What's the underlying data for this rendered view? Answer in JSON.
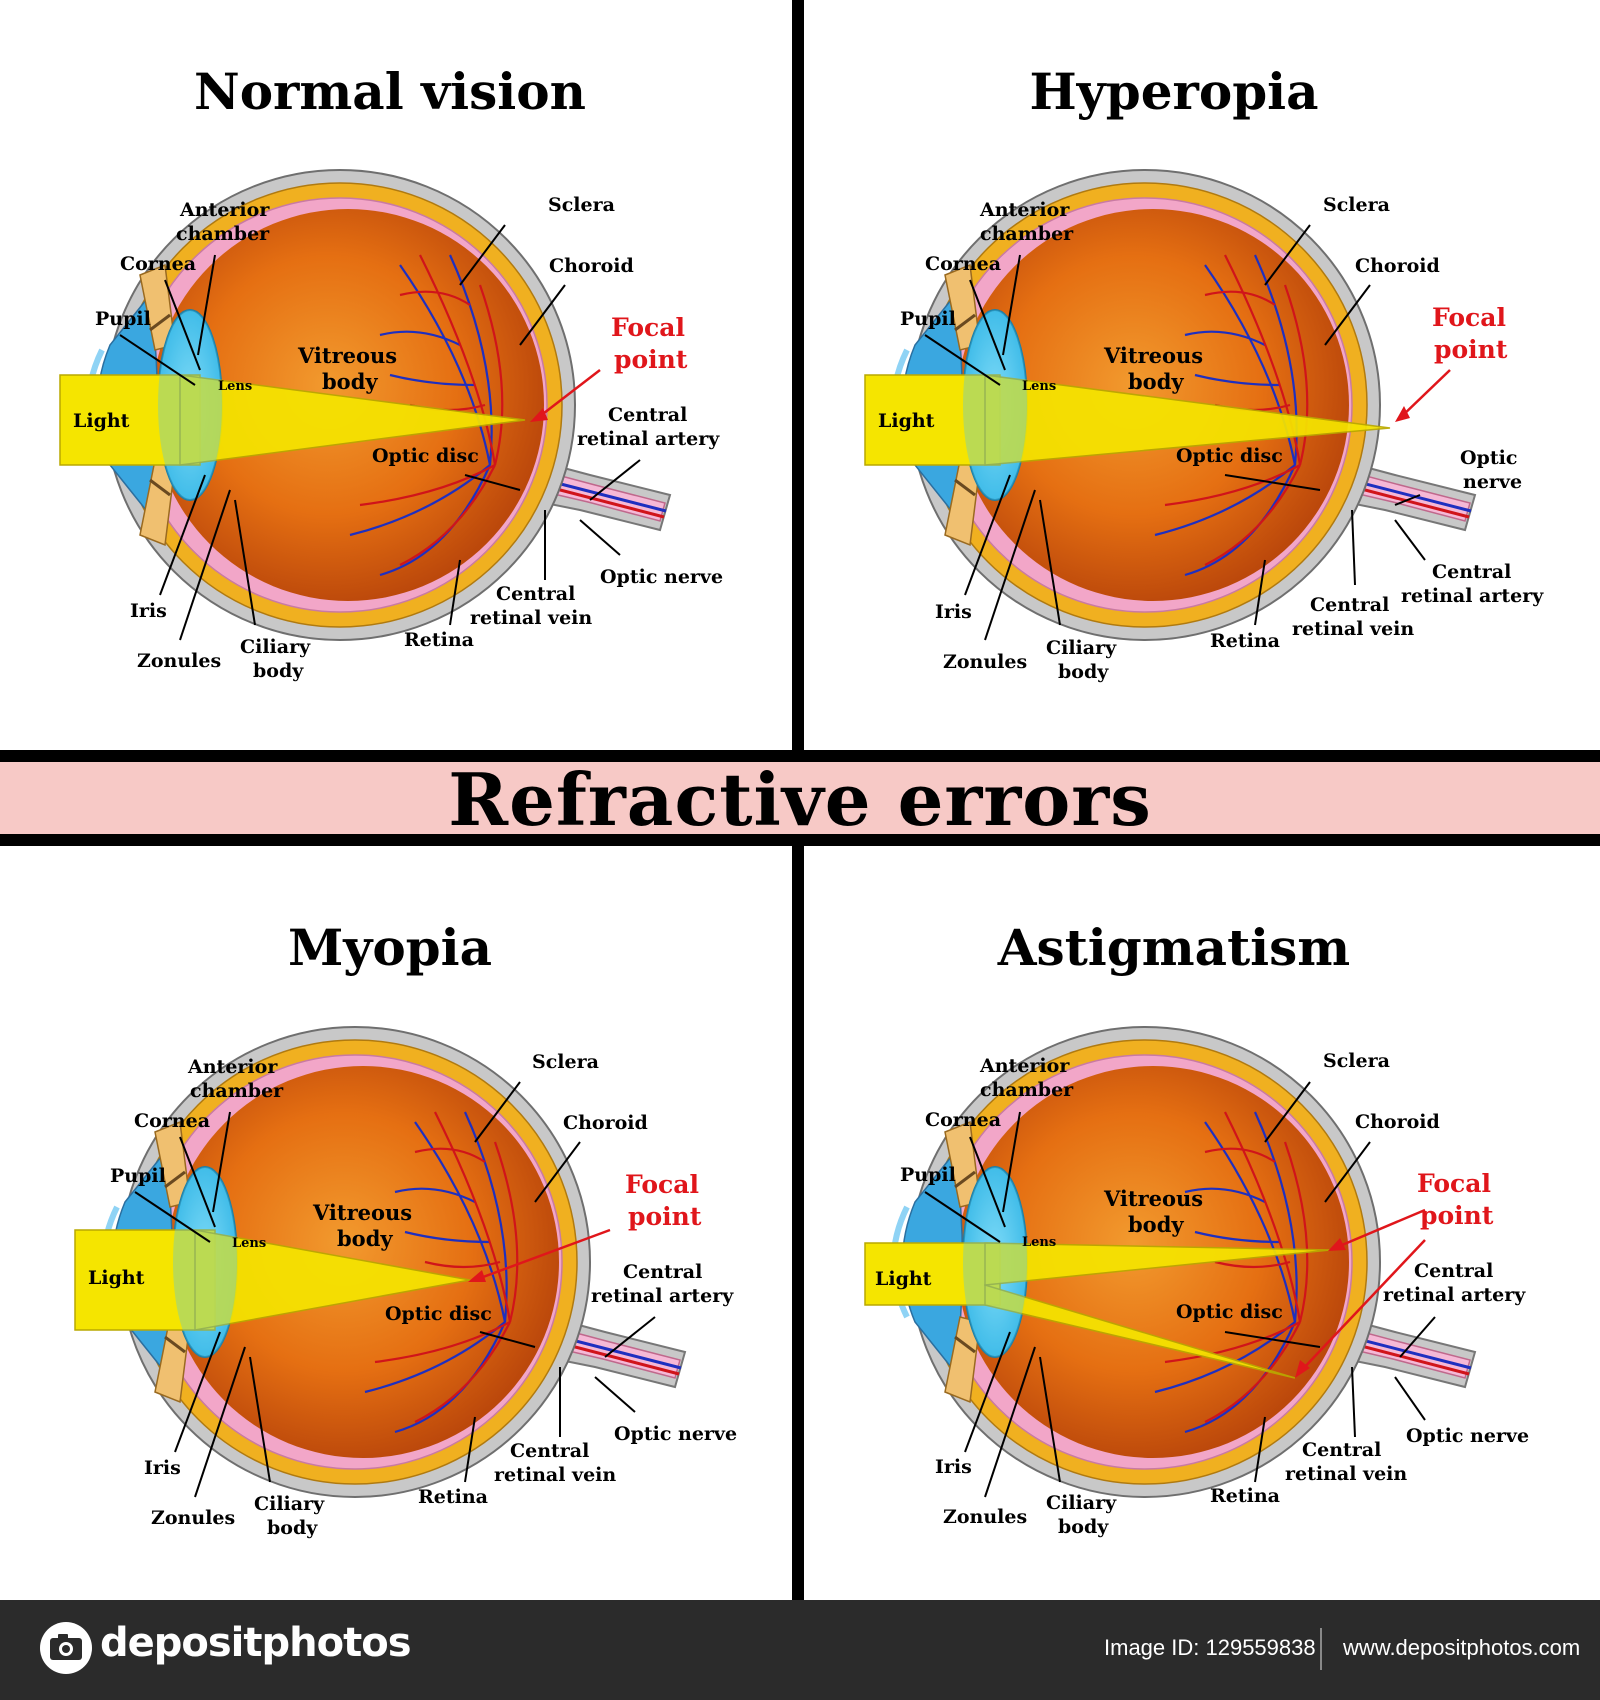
{
  "banner_title": "Refractive errors",
  "panels": [
    {
      "id": "normal",
      "title": "Normal vision",
      "labels": {
        "anterior_chamber_1": "Anterior",
        "anterior_chamber_2": "chamber",
        "cornea": "Cornea",
        "pupil": "Pupil",
        "lens": "Lens",
        "light": "Light",
        "vitreous_1": "Vitreous",
        "vitreous_2": "body",
        "sclera": "Sclera",
        "choroid": "Choroid",
        "focal_1": "Focal",
        "focal_2": "point",
        "cra_1": "Central",
        "cra_2": "retinal artery",
        "optic_disc": "Optic disc",
        "optic_nerve": "Optic nerve",
        "crv_1": "Central",
        "crv_2": "retinal vein",
        "retina": "Retina",
        "iris": "Iris",
        "zonules": "Zonules",
        "ciliary_1": "Ciliary",
        "ciliary_2": "body"
      }
    },
    {
      "id": "hyperopia",
      "title": "Hyperopia",
      "labels": {
        "anterior_chamber_1": "Anterior",
        "anterior_chamber_2": "chamber",
        "cornea": "Cornea",
        "pupil": "Pupil",
        "lens": "Lens",
        "light": "Light",
        "vitreous_1": "Vitreous",
        "vitreous_2": "body",
        "sclera": "Sclera",
        "choroid": "Choroid",
        "focal_1": "Focal",
        "focal_2": "point",
        "cra_1": "Central",
        "cra_2": "retinal artery",
        "optic_disc": "Optic disc",
        "optic_nerve_1": "Optic",
        "optic_nerve_2": "nerve",
        "crv_1": "Central",
        "crv_2": "retinal vein",
        "retina": "Retina",
        "iris": "Iris",
        "zonules": "Zonules",
        "ciliary_1": "Ciliary",
        "ciliary_2": "body"
      }
    },
    {
      "id": "myopia",
      "title": "Myopia",
      "labels": {
        "anterior_chamber_1": "Anterior",
        "anterior_chamber_2": "chamber",
        "cornea": "Cornea",
        "pupil": "Pupil",
        "lens": "Lens",
        "light": "Light",
        "vitreous_1": "Vitreous",
        "vitreous_2": "body",
        "sclera": "Sclera",
        "choroid": "Choroid",
        "focal_1": "Focal",
        "focal_2": "point",
        "cra_1": "Central",
        "cra_2": "retinal artery",
        "optic_disc": "Optic disc",
        "optic_nerve": "Optic nerve",
        "crv_1": "Central",
        "crv_2": "retinal vein",
        "retina": "Retina",
        "iris": "Iris",
        "zonules": "Zonules",
        "ciliary_1": "Ciliary",
        "ciliary_2": "body"
      }
    },
    {
      "id": "astigmatism",
      "title": "Astigmatism",
      "labels": {
        "anterior_chamber_1": "Anterior",
        "anterior_chamber_2": "chamber",
        "cornea": "Cornea",
        "pupil": "Pupil",
        "lens": "Lens",
        "light": "Light",
        "vitreous_1": "Vitreous",
        "vitreous_2": "body",
        "sclera": "Sclera",
        "choroid": "Choroid",
        "focal_1": "Focal",
        "focal_2": "point",
        "cra_1": "Central",
        "cra_2": "retinal artery",
        "optic_disc": "Optic disc",
        "optic_nerve": "Optic nerve",
        "crv_1": "Central",
        "crv_2": "retinal vein",
        "retina": "Retina",
        "iris": "Iris",
        "zonules": "Zonules",
        "ciliary_1": "Ciliary",
        "ciliary_2": "body"
      }
    }
  ],
  "footer": {
    "brand": "depositphotos",
    "image_id": "Image ID: 129559838",
    "url": "www.depositphotos.com"
  },
  "colors": {
    "banner_bg": "#f7c9c6",
    "focal_label": "#e0161b",
    "light_beam": "#f5e500",
    "vitreous": "#e06a10",
    "sclera": "#c8c8c8",
    "choroid": "#f0b020",
    "retina": "#f2a6c8",
    "lens": "#4fc6ec",
    "footer_bg": "#2b2b2b"
  }
}
